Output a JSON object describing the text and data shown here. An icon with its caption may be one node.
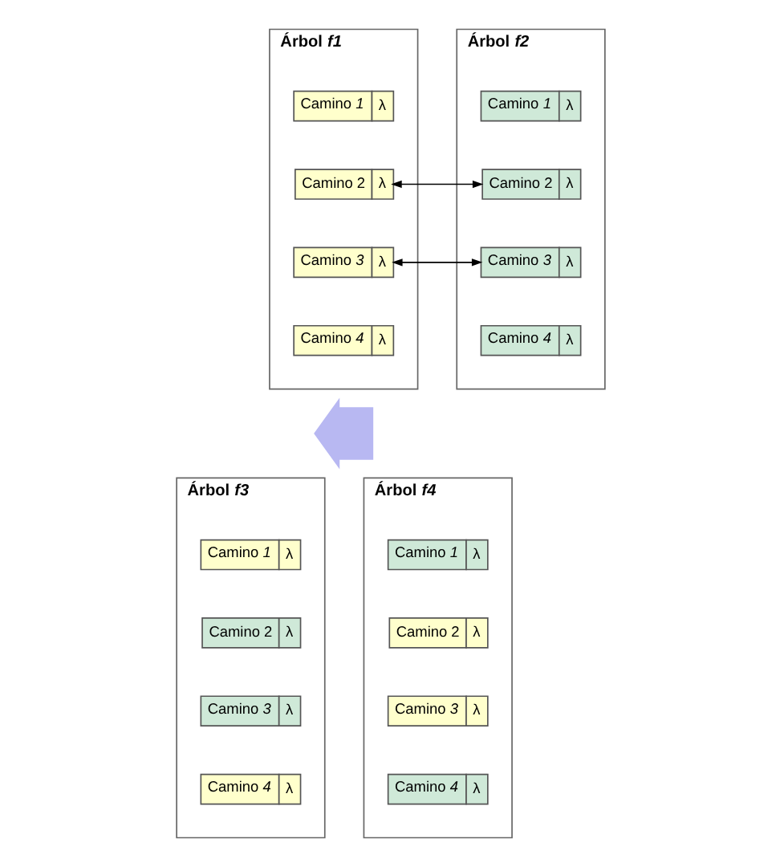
{
  "diagram": {
    "nodes": [
      {
        "text": [
          "Árbol *f1*"
        ]
      },
      {
        "text": [
          "Camino *1*",
          "λ"
        ],
        "in": 0
      },
      {
        "text": [
          "Camino 2",
          "λ"
        ],
        "in": 0
      },
      {
        "text": [
          "Camino *3*",
          "λ"
        ],
        "in": 0
      },
      {
        "text": [
          "Camino *4*",
          "λ"
        ],
        "in": 0
      },
      {
        "text": [
          "Árbol *f2*"
        ]
      },
      {
        "text": [
          "Camino *1*",
          "λ"
        ],
        "in": 5
      },
      {
        "text": [
          "Camino 2",
          "λ"
        ],
        "in": 5
      },
      {
        "text": [
          "Camino *3*",
          "λ"
        ],
        "in": 5
      },
      {
        "text": [
          "Camino *4*",
          "λ"
        ],
        "in": 5
      },
      {
        "text": [],
        "shape": "arrow"
      },
      {
        "text": [
          "Árbol *f3*"
        ]
      },
      {
        "text": [
          "Camino *1*",
          "λ"
        ],
        "in": 11
      },
      {
        "text": [
          "Camino 2",
          "λ"
        ],
        "in": 11
      },
      {
        "text": [
          "Camino *3*",
          "λ"
        ],
        "in": 11
      },
      {
        "text": [
          "Camino *4*",
          "λ"
        ],
        "in": 11
      },
      {
        "text": [
          "Árbol *f4*"
        ]
      },
      {
        "text": [
          "Camino *1*",
          "λ"
        ],
        "in": 16
      },
      {
        "text": [
          "Camino 2",
          "λ"
        ],
        "in": 16
      },
      {
        "text": [
          "Camino *3*",
          "λ"
        ],
        "in": 16
      },
      {
        "text": [
          "Camino *4*",
          "λ"
        ],
        "in": 16
      }
    ],
    "edges": [
      {
        "from": 2,
        "to": 7,
        "arrow": "both"
      },
      {
        "from": 3,
        "to": 8,
        "arrow": "both"
      }
    ]
  }
}
